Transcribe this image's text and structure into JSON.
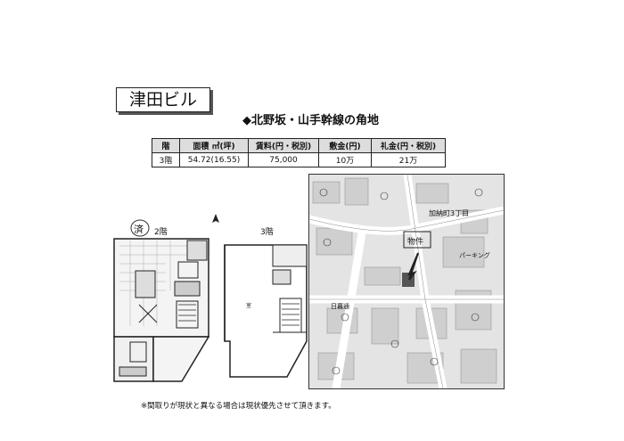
{
  "document": {
    "title": "津田ビル",
    "subtitle": "◆北野坂・山手幹線の角地",
    "table": {
      "headers": [
        "階",
        "面積 ㎡(坪)",
        "賃料(円・税別)",
        "敷金(円)",
        "礼金(円・税別)"
      ],
      "rows": [
        [
          "3階",
          "54.72(16.55)",
          "75,000",
          "10万",
          "21万"
        ]
      ]
    },
    "floorplans": {
      "floor2_label": "2階",
      "floor3_label": "3階",
      "stamp_text": "済"
    },
    "map": {
      "labels": {
        "area": "加納町3丁目",
        "target": "物件",
        "parking": "パーキング",
        "station": "日暮通"
      }
    },
    "note": "※間取りが現状と異なる場合は現状優先させて頂きます。"
  }
}
